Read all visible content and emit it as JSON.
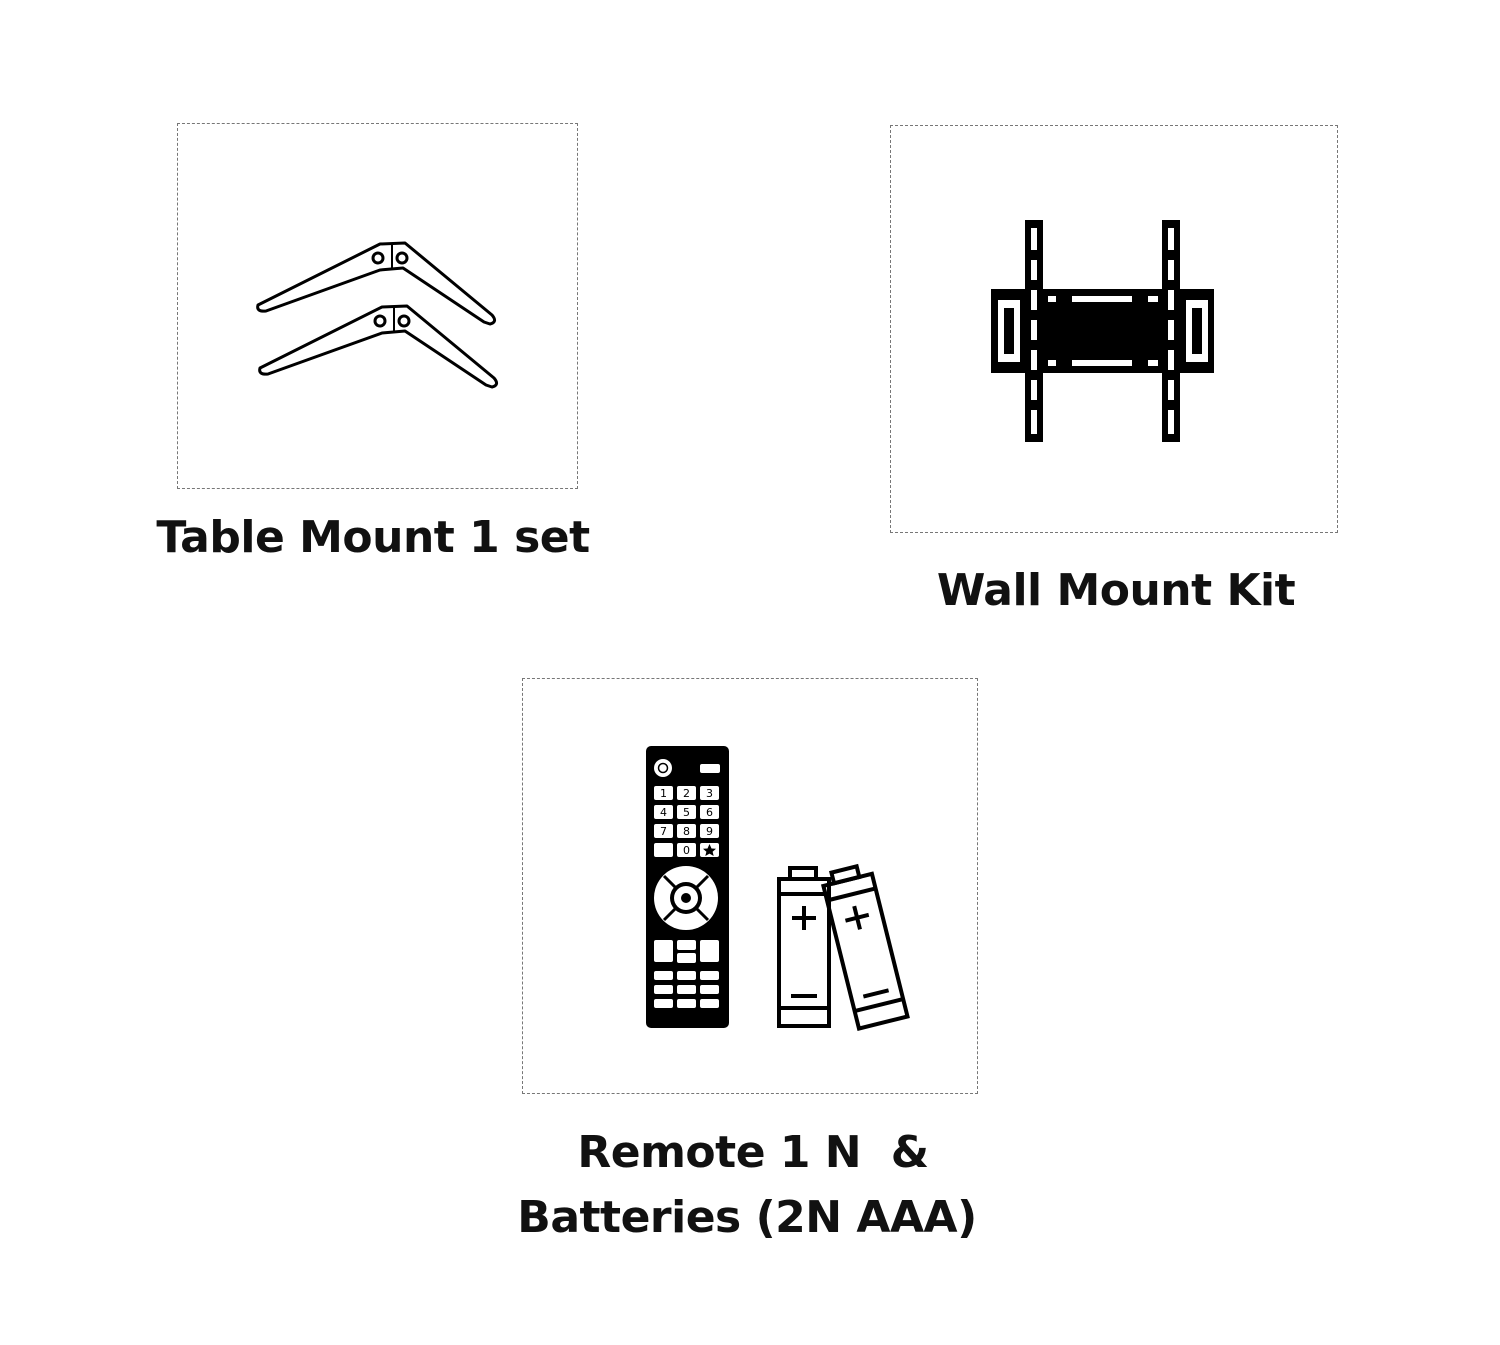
{
  "items": [
    {
      "label": "Table Mount 1 set",
      "icon": "table-stand-icon"
    },
    {
      "label": "Wall Mount Kit",
      "icon": "wall-mount-bracket-icon"
    },
    {
      "label_line1": "Remote 1 N  &",
      "label_line2": "Batteries (2N AAA)",
      "icon": "remote-and-batteries-icon"
    }
  ],
  "remote_keys": [
    "1",
    "2",
    "3",
    "4",
    "5",
    "6",
    "7",
    "8",
    "9",
    "0"
  ],
  "battery_plus": "+",
  "colors": {
    "ink": "#000000",
    "border": "#777777",
    "background": "#ffffff"
  }
}
